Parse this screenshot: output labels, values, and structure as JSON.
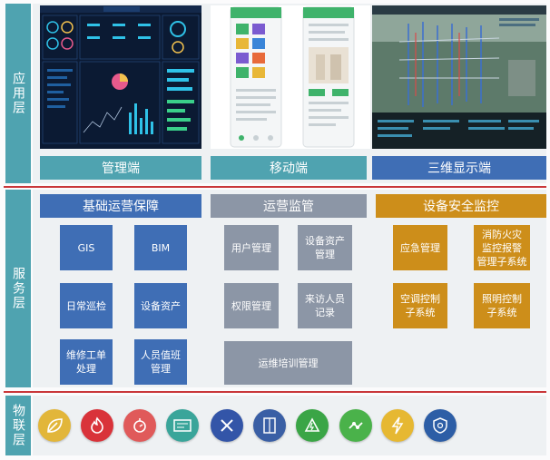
{
  "layers": {
    "application": "应用层",
    "service": "服务层",
    "iot": "物联层"
  },
  "application": {
    "tabs": [
      {
        "label": "管理端"
      },
      {
        "label": "移动端"
      },
      {
        "label": "三维显示端"
      }
    ]
  },
  "service": {
    "sections": [
      {
        "title": "基础运营保障",
        "items": [
          "GIS",
          "BIM",
          "日常巡检",
          "设备资产",
          "维修工单\n处理",
          "人员值班\n管理"
        ]
      },
      {
        "title": "运营监管",
        "items": [
          "用户管理",
          "设备资产\n管理",
          "权限管理",
          "来访人员\n记录",
          "运维培训管理"
        ]
      },
      {
        "title": "设备安全监控",
        "items": [
          "应急管理",
          "消防火灾\n监控报警\n管理子系统",
          "空调控制\n子系统",
          "照明控制\n子系统"
        ]
      }
    ]
  },
  "iot": {
    "icons": [
      {
        "name": "leaf-icon",
        "color": "#e2b63a"
      },
      {
        "name": "flame-icon",
        "color": "#d9333a"
      },
      {
        "name": "alarm-bell-icon",
        "color": "#e05a5a"
      },
      {
        "name": "control-panel-icon",
        "color": "#3aa59a"
      },
      {
        "name": "wrench-screwdriver-icon",
        "color": "#3355a8"
      },
      {
        "name": "cabinet-icon",
        "color": "#3a5fa5"
      },
      {
        "name": "electric-meter-icon",
        "color": "#3aa546"
      },
      {
        "name": "pipe-valve-icon",
        "color": "#4ab24a"
      },
      {
        "name": "lightning-icon",
        "color": "#e6b832"
      },
      {
        "name": "security-shield-icon",
        "color": "#2d5ea6"
      }
    ]
  },
  "colors": {
    "layer_label": "#4fa3b0",
    "tab_teal": "#4fa3b0",
    "tab_blue": "#3f6eb5",
    "section_blue": "#3f6eb5",
    "section_gray": "#8c96a6",
    "section_gold": "#cd8e1a",
    "separator_red": "#c9373a"
  }
}
